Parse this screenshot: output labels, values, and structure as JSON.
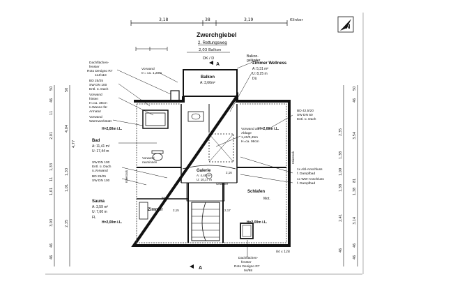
{
  "title": "Zwerchgiebel",
  "subtitle": "2. Rettungsweg",
  "north_label": "N",
  "top_dimensions": [
    "3,18",
    "38",
    "3,19",
    "Klinker"
  ],
  "balcony_dim": "2,03 Balkon",
  "dk_d": "DK / D",
  "balkon_gelander": [
    "Balkon-",
    "geländer"
  ],
  "rooms": {
    "balkon": {
      "name": "Balkon",
      "area": "A: 3,66m²"
    },
    "zimmer_wellness": {
      "name": "Zimmer Wellness",
      "area": "A: 5,31 m²",
      "perimeter": "U: 8,25 m",
      "extra": "Dü"
    },
    "bad": {
      "name": "Bad",
      "area": "A: 11,41 m²",
      "perimeter": "U: 17,44 m"
    },
    "galerie": {
      "name": "Galerie",
      "area": "A: 4,48 m²",
      "perimeter": "U: 10,17 m"
    },
    "schlafen": {
      "name": "Schlafen"
    },
    "sauna": {
      "name": "Sauna",
      "area": "A: 3,59 m²",
      "perimeter": "U: 7,60 m",
      "extra": "FL"
    },
    "zimmer": {
      "name": "Zimmer"
    }
  },
  "notes": {
    "dachflaechenfenster_top": [
      "Dachflächen-",
      "fenster",
      "Roto Designo R7",
      "114/118"
    ],
    "vorwand": [
      "Vorwand",
      "0 = ca. 1,20m"
    ],
    "bd_top": [
      "BD 25/25",
      "SW DN 100",
      "Entl. ü. Dach"
    ],
    "vorwand_hinten": [
      "Vorwand",
      "hinten",
      "H=ca. 38cm",
      "ü.Wanne für",
      "Armatur"
    ],
    "vorwand_warm": [
      "Vorwand",
      "Warmwerkstatt"
    ],
    "bd_right": [
      "BD 42,5/20",
      "SW DN 50",
      "Entl. ü. Dach"
    ],
    "vorwand_als": [
      "Vorwand als",
      "Ablage",
      "1,40/0,45m",
      "H=ca. 98cm"
    ],
    "sw_dn": [
      "SW DN 100",
      "Entl. ü. Dach",
      "ü.Vorwand"
    ],
    "bd_lower": [
      "BD 25/25",
      "SW DN 100"
    ],
    "vorwand_bath": [
      "Vorwand",
      "rauminnen"
    ],
    "anschluss_1": [
      "1x Abl-Anschluss",
      "f. Dampfbad"
    ],
    "anschluss_2": [
      "1x WW-Anschluss",
      "f. Dampfbad"
    ],
    "dachflaechenfenster_bottom": [
      "Dachflächen-",
      "fenster",
      "Roto Designo R7",
      "94/98"
    ],
    "height_tl": "H=2,00m i.L.",
    "height_tr": "H=2,00m i.L.",
    "height_bl": "H=2,00m i.L.",
    "height_br": "H=2,00m i.L.",
    "mot_1": "Mot.",
    "mot_2": "Mot.",
    "kniestock_l": "Kniestock",
    "kniestock_r": "Kniestock",
    "section_a": "A",
    "bottom_dim": "84 x 128",
    "gelander": "Geländer",
    "height_2_15": "2,15",
    "height_2_17": "2,17",
    "height_2_16": "2,16"
  },
  "left_dims_outer": [
    "50",
    "46",
    "11",
    "2,01",
    "1,33",
    "11",
    "1,01",
    "3,03",
    "46",
    "46"
  ],
  "left_dims_inner": [
    "4,04",
    "4,77",
    "1,01",
    "1,33",
    "2,35",
    "50"
  ],
  "right_dims_inner": [
    "2,35",
    "1,38",
    "1,09",
    "1,38",
    "2,41",
    "46"
  ],
  "right_dims_outer": [
    "50",
    "46",
    "3,54",
    "81",
    "1,38",
    "3,14",
    "46",
    "46"
  ],
  "colors": {
    "line": "#111111",
    "wall": "#222222",
    "paper": "#ffffff"
  }
}
